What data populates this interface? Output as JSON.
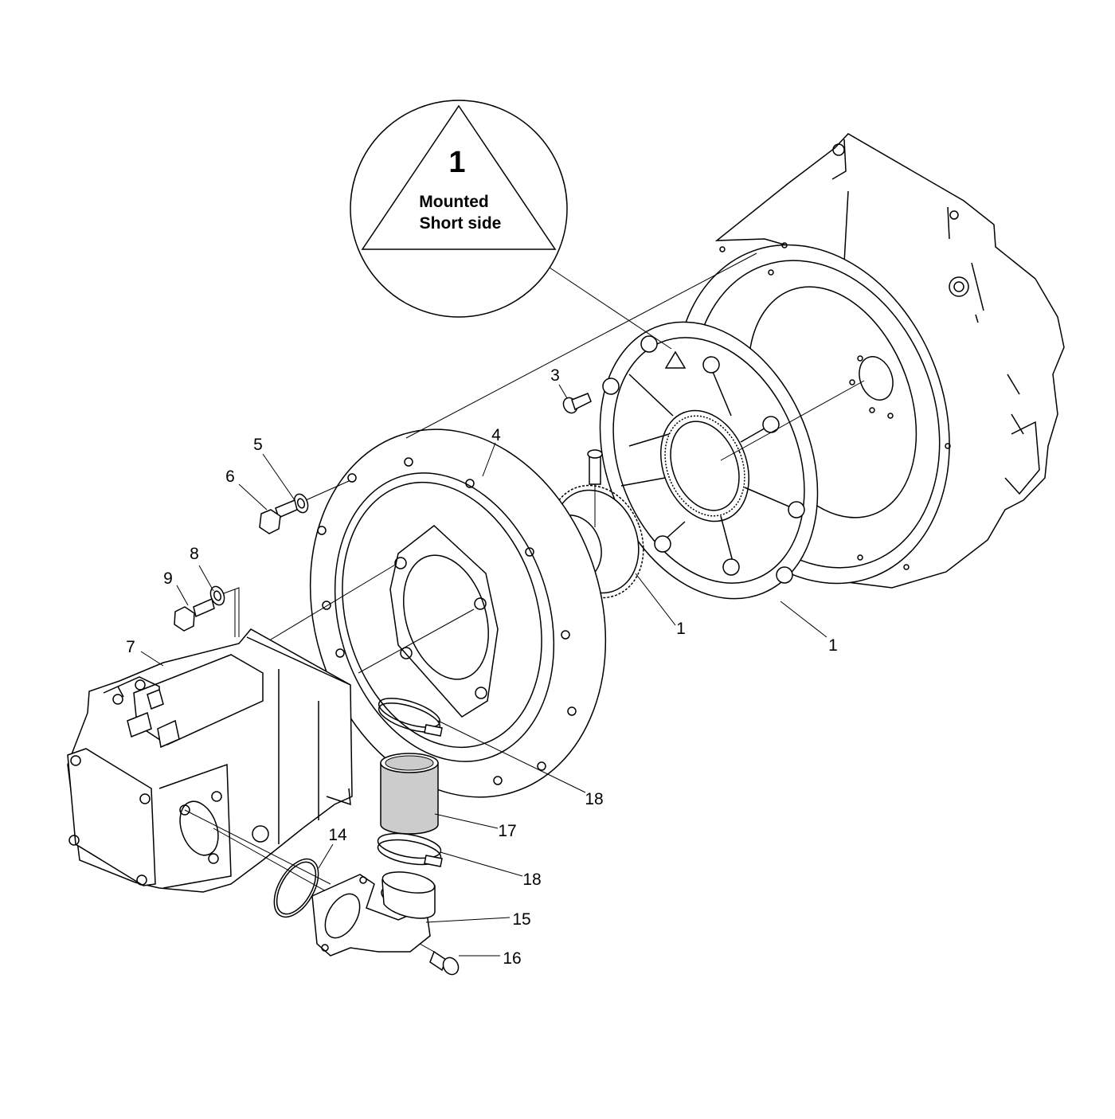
{
  "note": {
    "number": "1",
    "line1": "Mounted",
    "line2": "Short side"
  },
  "callouts": [
    {
      "id": "c3",
      "text": "3",
      "part": "screw"
    },
    {
      "id": "c4",
      "text": "4",
      "part": "adapter-flange"
    },
    {
      "id": "c5",
      "text": "5",
      "part": "washer"
    },
    {
      "id": "c6",
      "text": "6",
      "part": "bolt"
    },
    {
      "id": "c8",
      "text": "8",
      "part": "washer"
    },
    {
      "id": "c9",
      "text": "9",
      "part": "bolt"
    },
    {
      "id": "c7",
      "text": "7",
      "part": "hydraulic-pump"
    },
    {
      "id": "c1a",
      "text": "1",
      "part": "coupling-hub"
    },
    {
      "id": "c1b",
      "text": "1",
      "part": "coupling-ring"
    },
    {
      "id": "c18a",
      "text": "18",
      "part": "hose-clamp"
    },
    {
      "id": "c17",
      "text": "17",
      "part": "hose"
    },
    {
      "id": "c18b",
      "text": "18",
      "part": "hose-clamp"
    },
    {
      "id": "c14",
      "text": "14",
      "part": "o-ring"
    },
    {
      "id": "c15",
      "text": "15",
      "part": "elbow-flange"
    },
    {
      "id": "c16",
      "text": "16",
      "part": "screw"
    }
  ],
  "colors": {
    "line": "#000000",
    "background": "#ffffff",
    "hose_fill": "#cccccc"
  }
}
